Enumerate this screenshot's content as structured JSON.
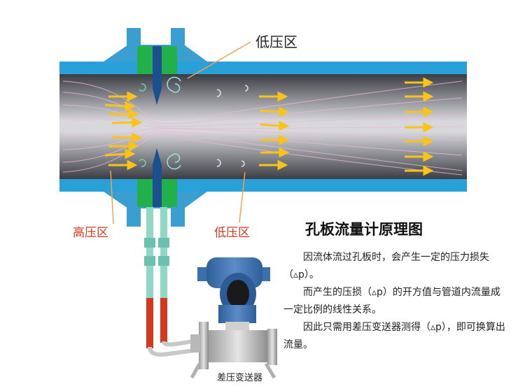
{
  "labels": {
    "low_pressure_top": "低压区",
    "high_pressure": "高压区",
    "low_pressure_bottom": "低压区",
    "device": "差压变送器"
  },
  "title": "孔板流量计原理图",
  "description": [
    "因流体流过孔板时，会产生一定的压力损失（▵p）。",
    "而产生的压损（▵p）的开方值与管道内流量成一定比例的线性关系。",
    "因此只需用差压变送器测得（▵p），即可换算出流量。"
  ],
  "colors": {
    "pipe_wall": "#2aa0d8",
    "flange": "#3a9fd0",
    "seal": "#22b04a",
    "arrow": "#f8c417",
    "label_red": "#d8371f",
    "tube_red": "#d8371f"
  }
}
